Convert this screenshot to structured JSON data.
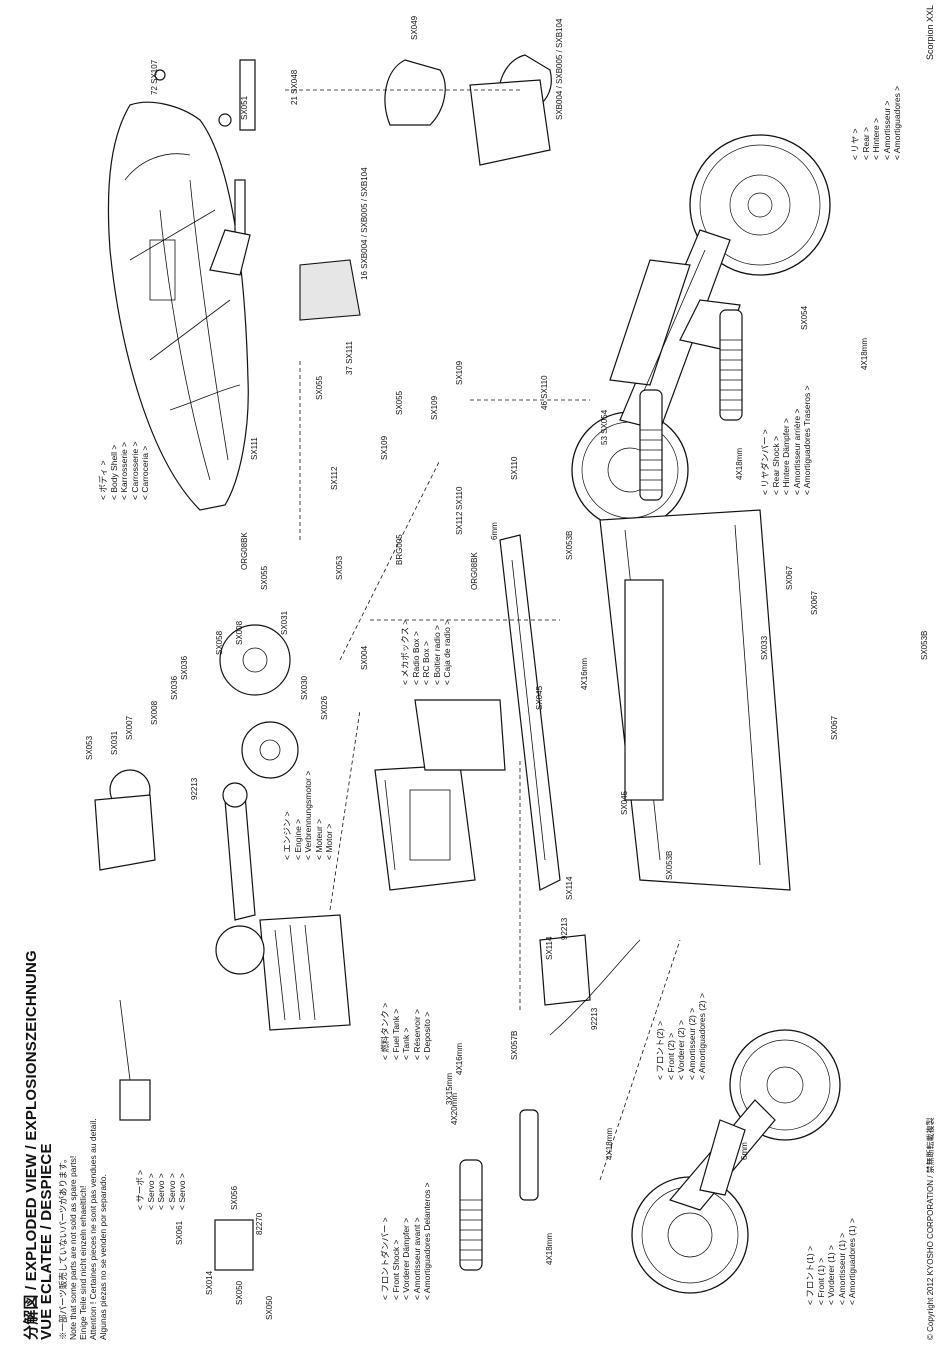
{
  "header": {
    "title_line1": "分解図 / EXPLODED VIEW / EXPLOSIONSZEICHNUNG",
    "title_line2": "VUE ECLATEE / DESPIECE",
    "notes": [
      "※一部パーツ販売していないパーツがあります。",
      "Note that some parts are not sold as spare parts!",
      "Einige Teile sind nicht einzeln erhaeltlich!",
      "Attention ! Certaines pieces ne sont pas vendues au detail.",
      "Algunas piezas no se venden por separado."
    ]
  },
  "model_name": "Scorpion XXL",
  "copyright": "© Copyright 2012 KYOSHO CORPORATION / 禁無断転載複製",
  "group_labels": {
    "body": [
      "< ボディ >",
      "< Body Shell >",
      "< Karrosserie >",
      "< Carrosserie >",
      "< Carroceria >"
    ],
    "engine": [
      "< エンジン >",
      "< Engine >",
      "< Verbrennungsmotor >",
      "< Moteur >",
      "< Motor >"
    ],
    "radio": [
      "< メカボックス >",
      "< Radio Box >",
      "< RC Box >",
      "< Boitier radio >",
      "< Caja de radio >"
    ],
    "fuel": [
      "< 燃料タンク >",
      "< Fuel Tank >",
      "< Tank >",
      "< Réservoir >",
      "< Deposito >"
    ],
    "servo": [
      "< サーボ >",
      "< Servo >",
      "< Servo >",
      "< Servo >",
      "< Servo >"
    ],
    "front_shock": [
      "< フロントダンパー >",
      "< Front Shock >",
      "< Vorderer Dämpfer >",
      "< Amortisseur avant >",
      "< Amortiguadores Delanteros >"
    ],
    "front2": [
      "< フロント(2) >",
      "< Front (2) >",
      "< Vorderer (2) >",
      "< Amortisseur (2) >",
      "< Amortiguadores (2) >"
    ],
    "front1": [
      "< フロント(1) >",
      "< Front (1) >",
      "< Vorderer (1) >",
      "< Amortisseur (1) >",
      "< Amortiguadores (1) >"
    ],
    "rear_shock": [
      "< リヤダンパー >",
      "< Rear Shock >",
      "< Hintere Dämpfer >",
      "< Amortisseur arrière >",
      "< Amortiguadores Traseros >"
    ],
    "rear": [
      "< リヤ >",
      "< Rear >",
      "< Hintere >",
      "< Amortisseur >",
      "< Amortiguadores >"
    ]
  },
  "part_labels": [
    {
      "num": "72",
      "code": "SX107"
    },
    {
      "num": "21",
      "code": "SX048"
    },
    {
      "num": "",
      "code": "SX049"
    },
    {
      "num": "",
      "code": "SX051"
    },
    {
      "num": "",
      "code": "SXB004 / SXB005 / SXB104"
    },
    {
      "num": "16",
      "code": "SXB004 / SXB005 / SXB104"
    },
    {
      "num": "",
      "code": "SX054"
    },
    {
      "num": "53",
      "code": "SX054"
    },
    {
      "num": "",
      "code": "SX055"
    },
    {
      "num": "37",
      "code": "SX111"
    },
    {
      "num": "",
      "code": "SX055"
    },
    {
      "num": "",
      "code": "SX109"
    },
    {
      "num": "",
      "code": "SX109"
    },
    {
      "num": "46",
      "code": "SX110"
    },
    {
      "num": "",
      "code": "SX110"
    },
    {
      "num": "",
      "code": "SX111"
    },
    {
      "num": "",
      "code": "SX112"
    },
    {
      "num": "",
      "code": "SX109"
    },
    {
      "num": "",
      "code": "SX112"
    },
    {
      "num": "",
      "code": "SX110"
    },
    {
      "num": "",
      "code": "ORG08BK"
    },
    {
      "num": "",
      "code": "ORG08BK"
    },
    {
      "num": "",
      "code": "SX055"
    },
    {
      "num": "",
      "code": "SX053"
    },
    {
      "num": "",
      "code": "BRG005"
    },
    {
      "num": "",
      "code": "SX053B"
    },
    {
      "num": "",
      "code": "SX067"
    },
    {
      "num": "",
      "code": "SX067"
    },
    {
      "num": "",
      "code": "SX067"
    },
    {
      "num": "",
      "code": "SX053B"
    },
    {
      "num": "",
      "code": "SX031"
    },
    {
      "num": "",
      "code": "SX004"
    },
    {
      "num": "",
      "code": "SX008"
    },
    {
      "num": "",
      "code": "SX058"
    },
    {
      "num": "",
      "code": "SX036"
    },
    {
      "num": "",
      "code": "SX030"
    },
    {
      "num": "",
      "code": "SX026"
    },
    {
      "num": "",
      "code": "SX045"
    },
    {
      "num": "",
      "code": "SX045"
    },
    {
      "num": "",
      "code": "SX033"
    },
    {
      "num": "",
      "code": "SX053B"
    },
    {
      "num": "",
      "code": "SX053"
    },
    {
      "num": "",
      "code": "SX031"
    },
    {
      "num": "",
      "code": "SX007"
    },
    {
      "num": "",
      "code": "SX008"
    },
    {
      "num": "",
      "code": "SX036"
    },
    {
      "num": "",
      "code": "SX114"
    },
    {
      "num": "",
      "code": "SX114"
    },
    {
      "num": "",
      "code": "SX057B"
    },
    {
      "num": "",
      "code": "SX056"
    },
    {
      "num": "",
      "code": "SX061"
    },
    {
      "num": "",
      "code": "SX014"
    },
    {
      "num": "",
      "code": "SX050"
    },
    {
      "num": "",
      "code": "SX050"
    }
  ],
  "misc_labels": [
    "92213",
    "92213",
    "92213",
    "82270",
    "6mm",
    "6mm",
    "4X18mm",
    "4X18mm",
    "4X18mm",
    "4X18mm",
    "4X16mm",
    "3X15mm",
    "4X20mm",
    "4X16mm"
  ]
}
